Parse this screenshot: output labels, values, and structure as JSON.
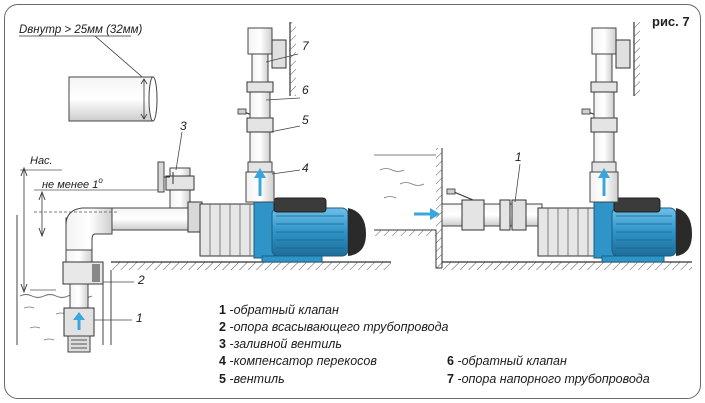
{
  "figure_label": "рис. 7",
  "diameter_note": "Dвнутр > 25мм (32мм)",
  "level_label": "Нас.",
  "angle_label": "не менее 1",
  "angle_degree": "o",
  "callouts": {
    "c1": "1",
    "c2": "2",
    "c3": "3",
    "c4": "4",
    "c5": "5",
    "c6": "6",
    "c7": "7",
    "c1b": "1"
  },
  "legend": [
    {
      "num": "1",
      "text": " -обратный клапан"
    },
    {
      "num": "2",
      "text": " -опора всасывающего трубопровода"
    },
    {
      "num": "3",
      "text": " -заливной вентиль"
    },
    {
      "num": "4",
      "text": " -компенсатор перекосов"
    },
    {
      "num": "5",
      "text": " -вентиль"
    },
    {
      "num": "6",
      "text": " -обратный клапан"
    },
    {
      "num": "7",
      "text": " -опора напорного трубопровода"
    }
  ],
  "colors": {
    "pump_blue": "#2f94c8",
    "water_blue": "#3aa6dc",
    "line": "#3a3a3a"
  }
}
